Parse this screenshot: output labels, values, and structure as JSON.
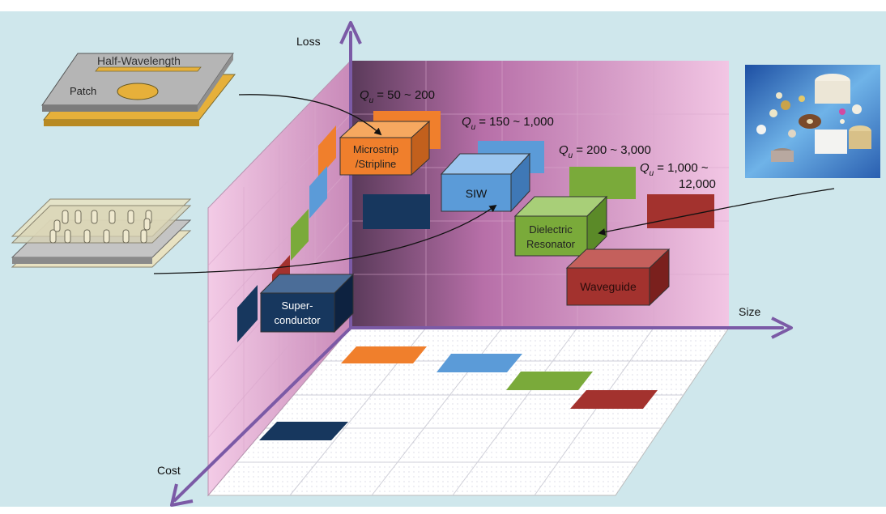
{
  "axes": {
    "loss": "Loss",
    "size": "Size",
    "cost": "Cost"
  },
  "q_labels": {
    "microstrip": {
      "range": "= 50 ~ 200"
    },
    "siw": {
      "range": "= 150 ~ 1,000"
    },
    "dielectric": {
      "range": "= 200 ~ 3,000"
    },
    "waveguide": {
      "range_line1": "= 1,000 ~",
      "range_line2": "12,000"
    }
  },
  "q_symbol": {
    "letter": "Q",
    "subscript": "u"
  },
  "blocks": {
    "microstrip": {
      "line1": "Microstrip",
      "line2": "/Stripline",
      "color": "#f07f2c"
    },
    "siw": {
      "label": "SIW",
      "color": "#5b9bd8"
    },
    "dielectric": {
      "line1": "Dielectric",
      "line2": "Resonator",
      "color": "#7aaa3a"
    },
    "waveguide": {
      "label": "Waveguide",
      "color": "#a3322e"
    },
    "superconductor": {
      "line1": "Super-",
      "line2": "conductor",
      "color": "#17375e"
    }
  },
  "illustrations": {
    "patch": {
      "top_label": "Half-Wavelength",
      "side_label": "Patch"
    }
  },
  "colors": {
    "background": "#cfe7ec",
    "axis": "#7b5aa6",
    "wall": "#e8b6d8"
  }
}
